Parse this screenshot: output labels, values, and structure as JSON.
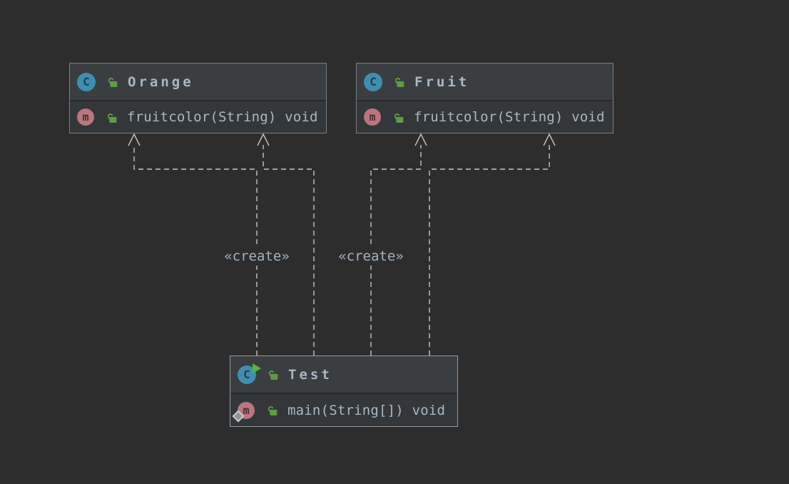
{
  "nodes": [
    {
      "title": "Orange",
      "method": "fruitcolor(String) void"
    },
    {
      "title": "Fruit",
      "method": "fruitcolor(String) void"
    },
    {
      "title": "Test",
      "method": "main(String[]) void"
    }
  ],
  "edges": [
    {
      "from": "Test",
      "to": "Orange",
      "type": "create",
      "label": "«create»"
    },
    {
      "from": "Test",
      "to": "Orange",
      "type": "dependency",
      "label": ""
    },
    {
      "from": "Test",
      "to": "Fruit",
      "type": "create",
      "label": "«create»"
    },
    {
      "from": "Test",
      "to": "Fruit",
      "type": "dependency",
      "label": ""
    }
  ],
  "icons": {
    "class_letter": "C",
    "method_letter": "m",
    "class_icon": "class-circle",
    "method_icon": "method-circle",
    "lock_icon": "unlocked-padlock",
    "run_overlay": "run-triangle",
    "static_overlay": "diamond-marker"
  },
  "colors": {
    "background": "#2D2D2D",
    "node_header": "#3B3E40",
    "node_body": "#343739",
    "node_border": "#7B7E80",
    "row_separator": "#27292B",
    "edge": "#C3C3C3",
    "text": "#A9B7C6",
    "class_icon": "#3E8FAF",
    "method_icon": "#B9767F",
    "lock_icon": "#5F9C45",
    "run_overlay": "#57B33C"
  }
}
